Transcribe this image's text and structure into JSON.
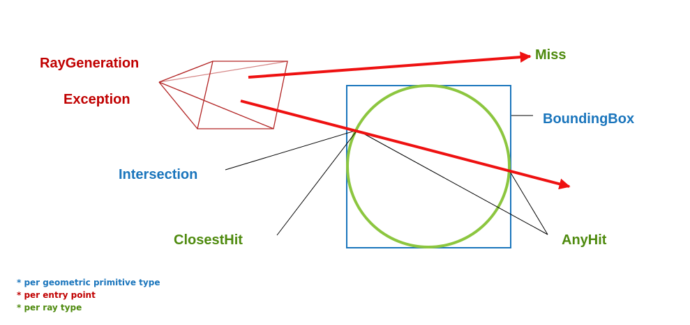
{
  "labels": {
    "ray_generation": "RayGeneration",
    "exception": "Exception",
    "miss": "Miss",
    "bounding_box": "BoundingBox",
    "intersection": "Intersection",
    "closest_hit": "ClosestHit",
    "any_hit": "AnyHit"
  },
  "legend": [
    {
      "text": "* per geometric primitive type",
      "color": "#1a75bc"
    },
    {
      "text": "* per entry point",
      "color": "#c00000"
    },
    {
      "text": "* per ray type",
      "color": "#4e8a0e"
    }
  ],
  "colors": {
    "red": "#c00000",
    "ray": "#ee1111",
    "blue": "#1a75bc",
    "green": "#4e8a0e",
    "sphere": "#8cc63f",
    "camera": "#b22222"
  }
}
